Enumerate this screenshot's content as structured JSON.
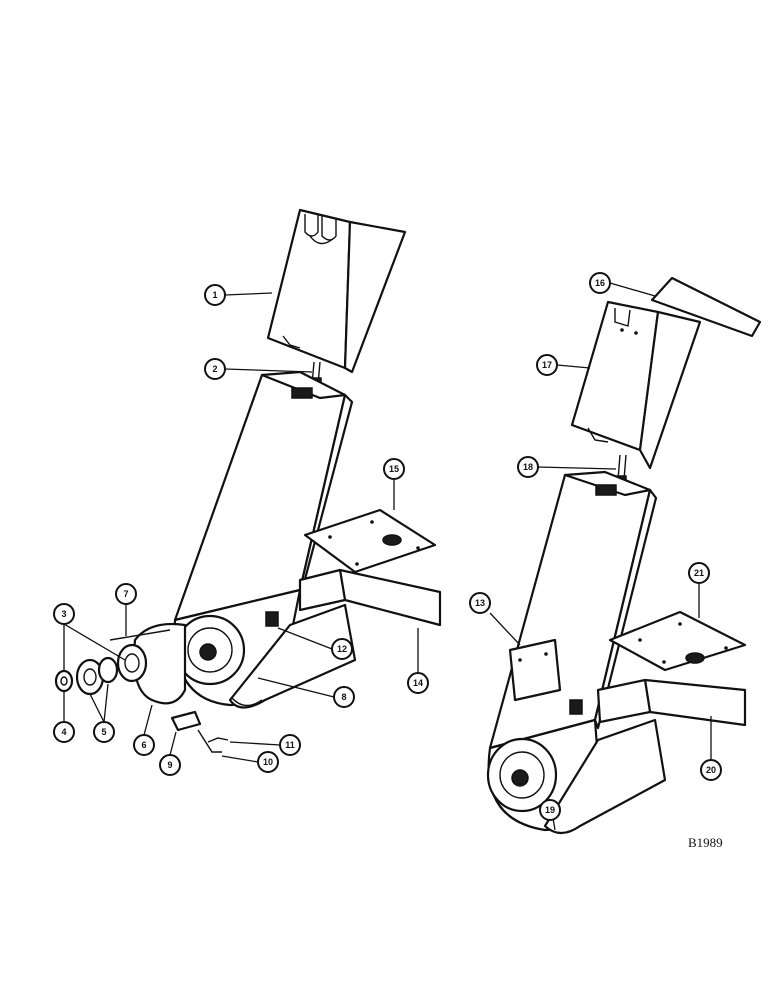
{
  "figure_code": "B1989",
  "callouts": [
    {
      "id": "1",
      "label": "1"
    },
    {
      "id": "2",
      "label": "2"
    },
    {
      "id": "3",
      "label": "3"
    },
    {
      "id": "4",
      "label": "4"
    },
    {
      "id": "5",
      "label": "5"
    },
    {
      "id": "6",
      "label": "6"
    },
    {
      "id": "7",
      "label": "7"
    },
    {
      "id": "8",
      "label": "8"
    },
    {
      "id": "9",
      "label": "9"
    },
    {
      "id": "10",
      "label": "10"
    },
    {
      "id": "11",
      "label": "11"
    },
    {
      "id": "12",
      "label": "12"
    },
    {
      "id": "13",
      "label": "13"
    },
    {
      "id": "14",
      "label": "14"
    },
    {
      "id": "15",
      "label": "15"
    },
    {
      "id": "16",
      "label": "16"
    },
    {
      "id": "17",
      "label": "17"
    },
    {
      "id": "18",
      "label": "18"
    },
    {
      "id": "19",
      "label": "19"
    },
    {
      "id": "20",
      "label": "20"
    },
    {
      "id": "21",
      "label": "21"
    }
  ]
}
